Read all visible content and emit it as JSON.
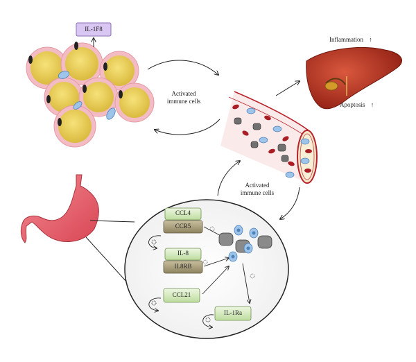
{
  "labels": {
    "il1f8": "IL-1F8",
    "activated_cells_top": [
      "Activated",
      "immune cells"
    ],
    "activated_cells_bottom": [
      "Activated",
      "immune cells"
    ],
    "inflammation": "Inflammation",
    "inflammation_arrow": "↑",
    "apoptosis": "Apoptosis",
    "apoptosis_arrow": "↑"
  },
  "stomach_boxes": {
    "ccl4": "CCL4",
    "ccr5": "CCR5",
    "il8": "IL-8",
    "il8rb": "IL8RB",
    "ccl21": "CCL21",
    "il1ra": "IL-1Ra"
  },
  "colors": {
    "adipocyte_fill": "#e8cf52",
    "adipocyte_rim": "#f0b8c0",
    "il1f8_box": "#d9c6f2",
    "green_box": "#d8ecc4",
    "tan_box": "#a89e7c",
    "vessel_fill": "#fbeaea",
    "vessel_stroke": "#b8232b",
    "liver": "#b83220",
    "stomach": "#e35a66",
    "neutrophil": "#707070",
    "rbc": "#a81e24",
    "lymphocyte": "#9ec4ea"
  }
}
